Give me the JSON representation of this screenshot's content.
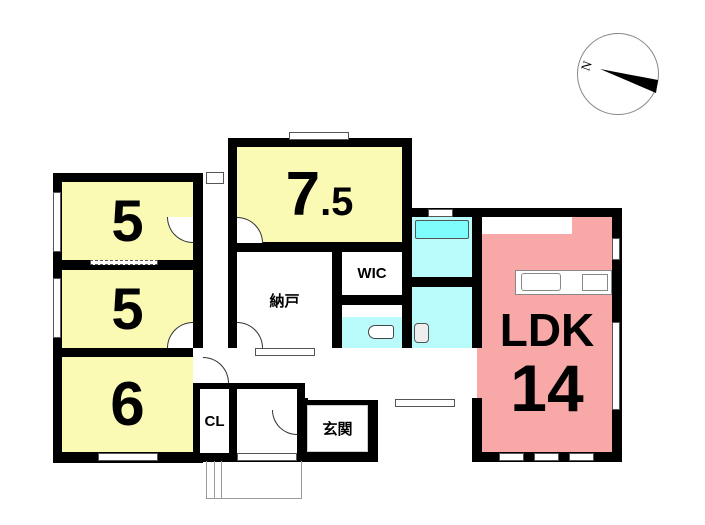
{
  "compass": {
    "label": "N"
  },
  "rooms": {
    "bedroom_a": "5",
    "bedroom_b": "5",
    "bedroom_c": "6",
    "bedroom_d_main": "7",
    "bedroom_d_dec": ".5",
    "storage": "納戸",
    "wic": "WIC",
    "closet": "CL",
    "entrance": "玄関",
    "ldk_label": "LDK",
    "ldk_size": "14"
  },
  "colors": {
    "room": "#fafab4",
    "water": "#b9fbfb",
    "ldk": "#f9a8a8"
  }
}
